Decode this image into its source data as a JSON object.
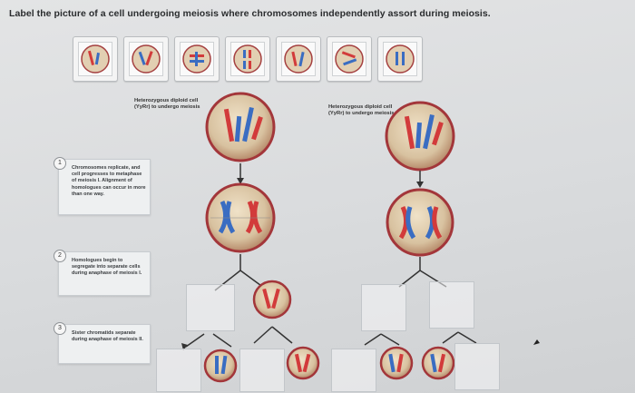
{
  "prompt": "Label the picture of a cell undergoing meiosis where chromosomes independently assort during meiosis.",
  "bank": {
    "tiles": [
      {
        "name": "bank-image-1",
        "palette": [
          "#d03a3a",
          "#3a6fc0"
        ]
      },
      {
        "name": "bank-image-2",
        "palette": [
          "#d03a3a",
          "#3a6fc0"
        ]
      },
      {
        "name": "bank-image-3",
        "palette": [
          "#d03a3a",
          "#3a6fc0"
        ]
      },
      {
        "name": "bank-image-4",
        "palette": [
          "#d03a3a",
          "#3a6fc0"
        ]
      },
      {
        "name": "bank-image-5",
        "palette": [
          "#d03a3a",
          "#3a6fc0"
        ]
      },
      {
        "name": "bank-image-6",
        "palette": [
          "#d03a3a",
          "#3a6fc0"
        ]
      },
      {
        "name": "bank-image-7",
        "palette": [
          "#d03a3a",
          "#3a6fc0"
        ]
      }
    ]
  },
  "diagram": {
    "left_caption": "Heterozygous diploid cell (YyRr) to undergo meiosis",
    "right_caption": "Heterozygous diploid cell (YyRr) to undergo meiosis"
  },
  "labels": [
    {
      "number": "1",
      "text": "Chromosomes replicate, and cell progresses to metaphase of meiosis I. Alignment of homologues can occur in more than one way."
    },
    {
      "number": "2",
      "text": "Homologues begin to segregate into separate cells during anaphase of meiosis I."
    },
    {
      "number": "3",
      "text": "Sister chromatids separate during anaphase of meiosis II."
    }
  ],
  "colors": {
    "red_chromosome": "#d23b3b",
    "blue_chromosome": "#3a6dc2",
    "cell_fill": "#d8c4a6",
    "cell_border": "#a23a3a"
  }
}
